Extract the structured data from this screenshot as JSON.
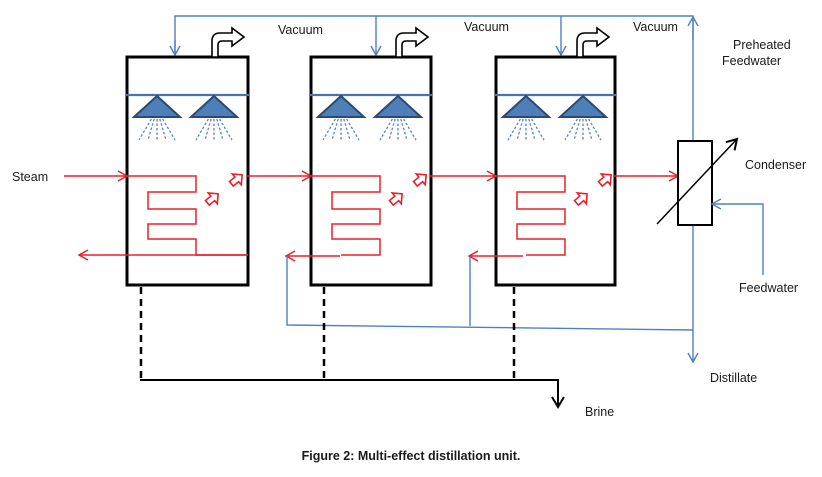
{
  "figure": {
    "caption": "Figure 2: Multi-effect distillation unit.",
    "effects_count": 3
  },
  "labels": {
    "steam": "Steam",
    "vacuum_1": "Vacuum",
    "vacuum_2": "Vacuum",
    "vacuum_3": "Vacuum",
    "preheated_line1": "Preheated",
    "preheated_line2": "Feedwater",
    "condenser": "Condenser",
    "feedwater": "Feedwater",
    "distillate": "Distillate",
    "brine": "Brine"
  },
  "colors": {
    "steam_line": "#e8202a",
    "water_line": "#4f81bd",
    "nozzle": "#4f7fb8",
    "vessel": "#000000"
  }
}
